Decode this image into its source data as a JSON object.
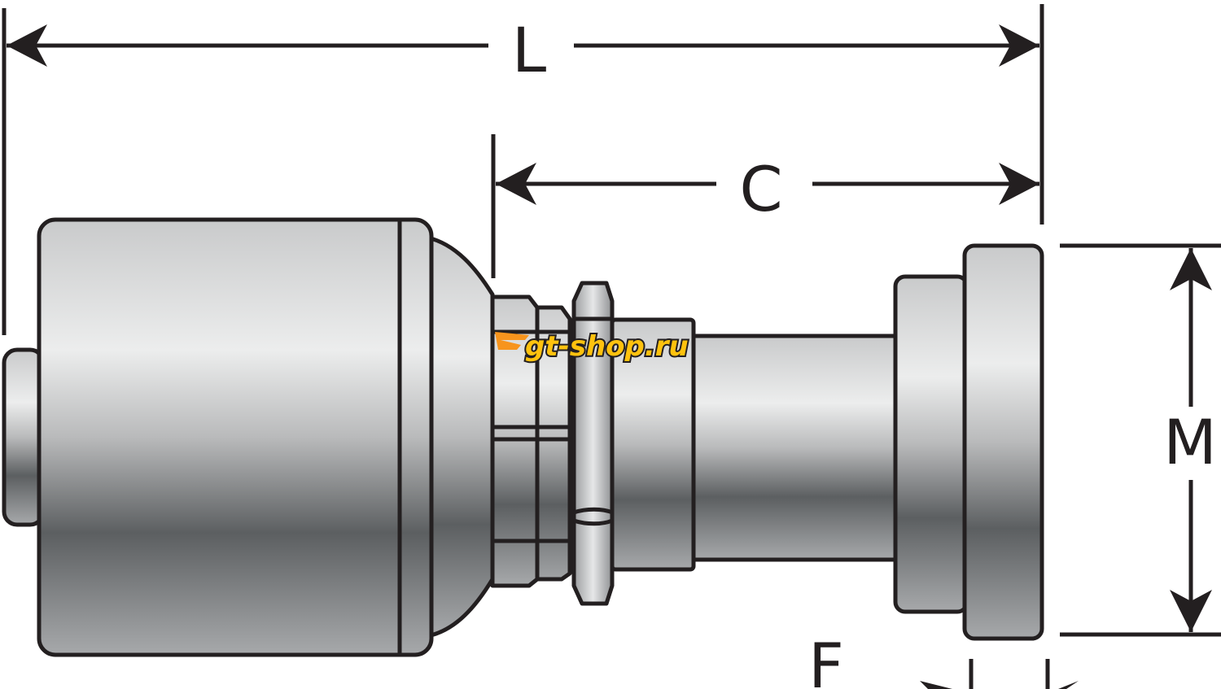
{
  "diagram": {
    "title": "Hose fitting dimension drawing",
    "dimensions": {
      "length_label": "L",
      "cut_length_label": "C",
      "flange_diameter_label": "M",
      "flange_thickness_label": "F"
    },
    "watermark": "gt-shop.ru",
    "colors": {
      "outline": "#231f20",
      "metal_light": "#e8e9ea",
      "metal_dark": "#5c5f61",
      "watermark_orange": "#f7941d",
      "watermark_yellow": "#ffc20e"
    }
  }
}
